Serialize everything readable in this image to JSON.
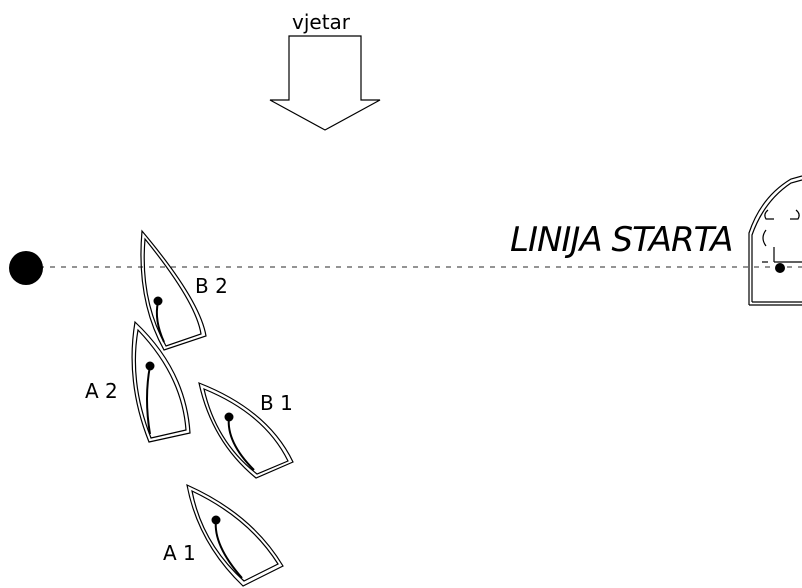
{
  "wind": {
    "label": "vjetar"
  },
  "start_line": {
    "label": "LINIJA STARTA"
  },
  "boats": [
    {
      "label": "B 2"
    },
    {
      "label": "A 2"
    },
    {
      "label": "B 1"
    },
    {
      "label": "A 1"
    }
  ]
}
